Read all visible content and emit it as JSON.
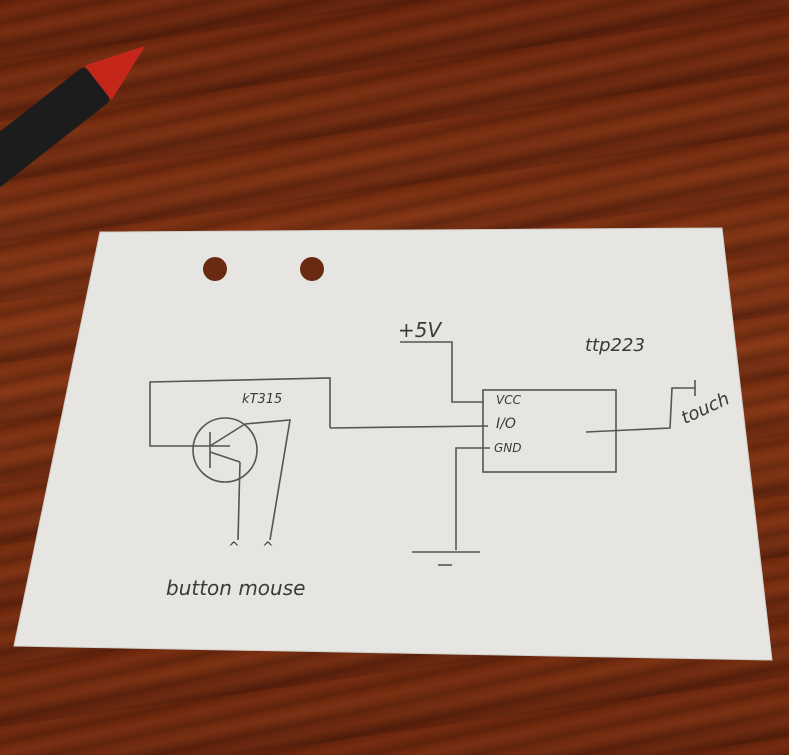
{
  "scene": {
    "description": "Hand-drawn circuit schematic on a white card on a wooden table with a red/black pencil",
    "objects": [
      "wooden-table",
      "pencil",
      "paper-card",
      "punch-hole",
      "punch-hole"
    ]
  },
  "schematic": {
    "supply_label": "+5V",
    "module_label": "ttp223",
    "module_pins": [
      "VCC",
      "I/O",
      "GND"
    ],
    "transistor_label": "kT315",
    "touch_label": "touch",
    "button_label": "button mouse",
    "button_terminals": [
      "^",
      "^"
    ]
  }
}
